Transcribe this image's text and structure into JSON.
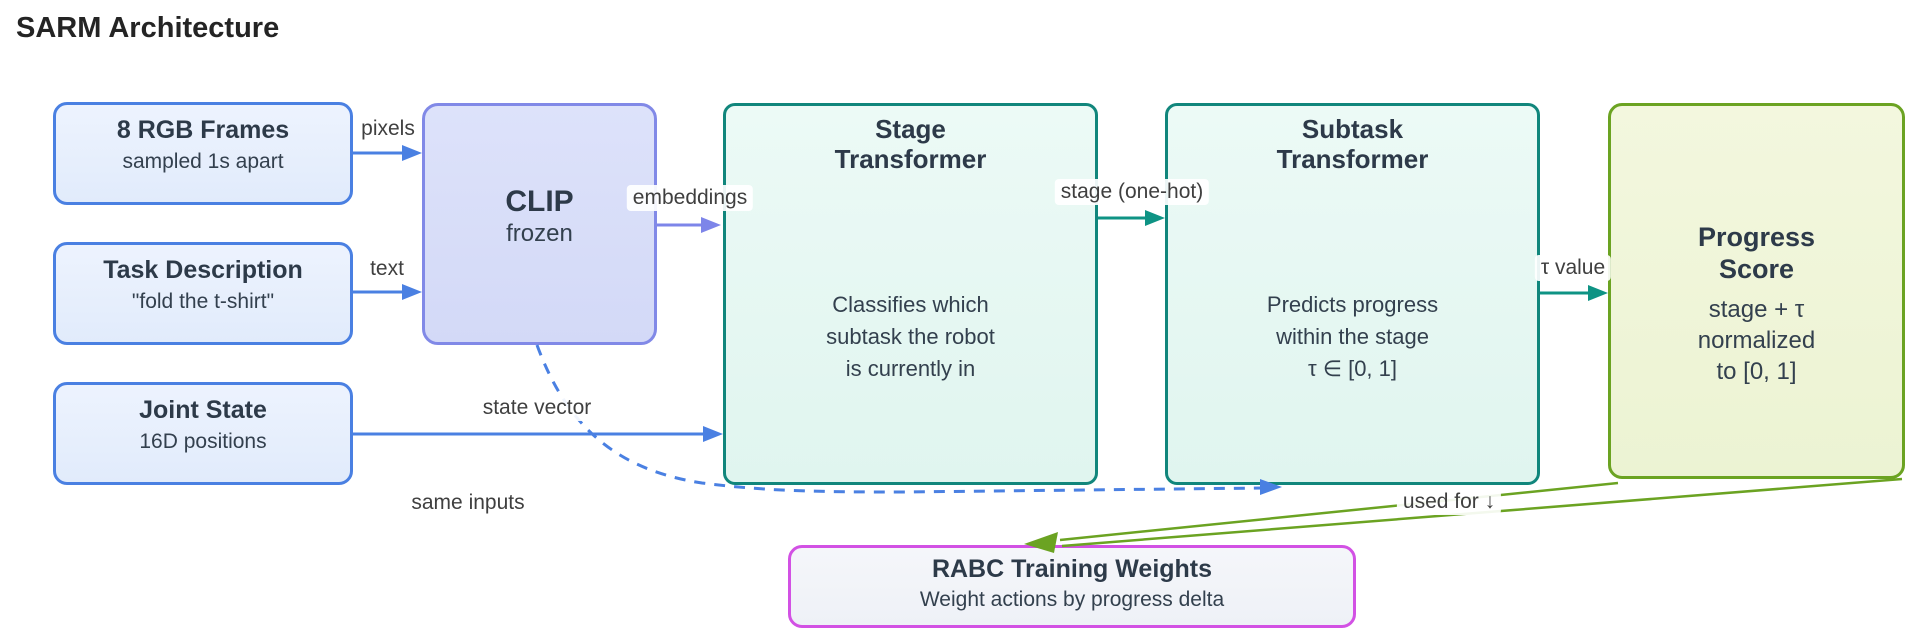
{
  "title": "SARM Architecture",
  "colors": {
    "blue_border": "#4a80e2",
    "blue_fill": "#e8f1fd",
    "purple_border": "#8189e7",
    "purple_fill": "#d8def9",
    "purple_arrow": "#7d85e9",
    "teal_border": "#11867c",
    "teal_fill": "#e6f8f3",
    "teal_arrow": "#0e9384",
    "green_border": "#6ba322",
    "green_fill": "#f0f5da",
    "green_arrow": "#6ba322",
    "magenta_border": "#d251e4",
    "magenta_fill": "#f2f4f9",
    "blue_arrow": "#4a80e2",
    "text_dark": "#2d3a49"
  },
  "nodes": {
    "rgb_frames": {
      "title": "8 RGB Frames",
      "subtitle": "sampled 1s apart"
    },
    "task_description": {
      "title": "Task Description",
      "subtitle": "\"fold the t-shirt\""
    },
    "joint_state": {
      "title": "Joint State",
      "subtitle": "16D positions"
    },
    "clip": {
      "title": "CLIP",
      "subtitle": "frozen"
    },
    "stage_transformer": {
      "title1": "Stage",
      "title2": "Transformer",
      "desc1": "Classifies which",
      "desc2": "subtask the robot",
      "desc3": "is currently in"
    },
    "subtask_transformer": {
      "title1": "Subtask",
      "title2": "Transformer",
      "desc1": "Predicts progress",
      "desc2": "within the stage",
      "desc3": "τ ∈ [0, 1]"
    },
    "progress_score": {
      "title1": "Progress",
      "title2": "Score",
      "desc1": "stage + τ",
      "desc2": "normalized",
      "desc3": "to [0, 1]"
    },
    "rabc": {
      "title": "RABC Training Weights",
      "subtitle": "Weight actions by progress delta"
    }
  },
  "edge_labels": {
    "pixels": "pixels",
    "text": "text",
    "embeddings": "embeddings",
    "stage_one_hot": "stage (one-hot)",
    "tau_value": "τ value",
    "state_vector": "state vector",
    "same_inputs": "same inputs",
    "used_for": "used for ↓"
  }
}
